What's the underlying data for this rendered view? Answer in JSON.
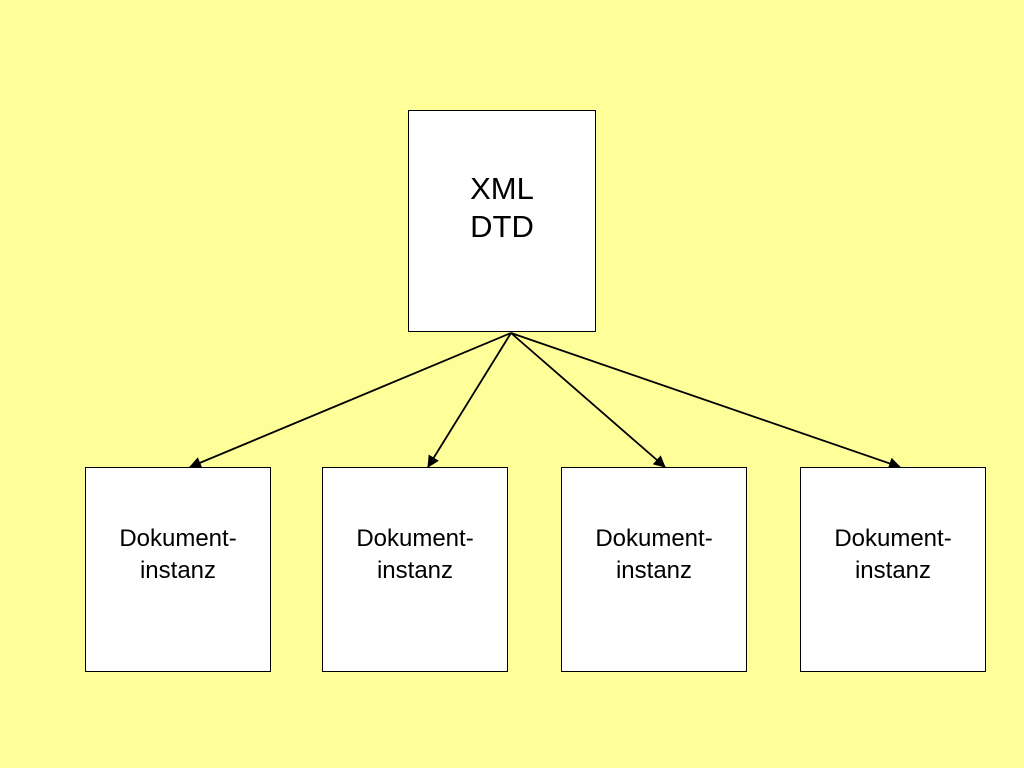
{
  "diagram": {
    "background_color": "#ffff99",
    "root": {
      "line1": "XML",
      "line2": "DTD"
    },
    "children": [
      {
        "line1": "Dokument-",
        "line2": "instanz"
      },
      {
        "line1": "Dokument-",
        "line2": "instanz"
      },
      {
        "line1": "Dokument-",
        "line2": "instanz"
      },
      {
        "line1": "Dokument-",
        "line2": "instanz"
      }
    ],
    "edges": [
      {
        "from": "root",
        "to": "child-1"
      },
      {
        "from": "root",
        "to": "child-2"
      },
      {
        "from": "root",
        "to": "child-3"
      },
      {
        "from": "root",
        "to": "child-4"
      }
    ]
  }
}
